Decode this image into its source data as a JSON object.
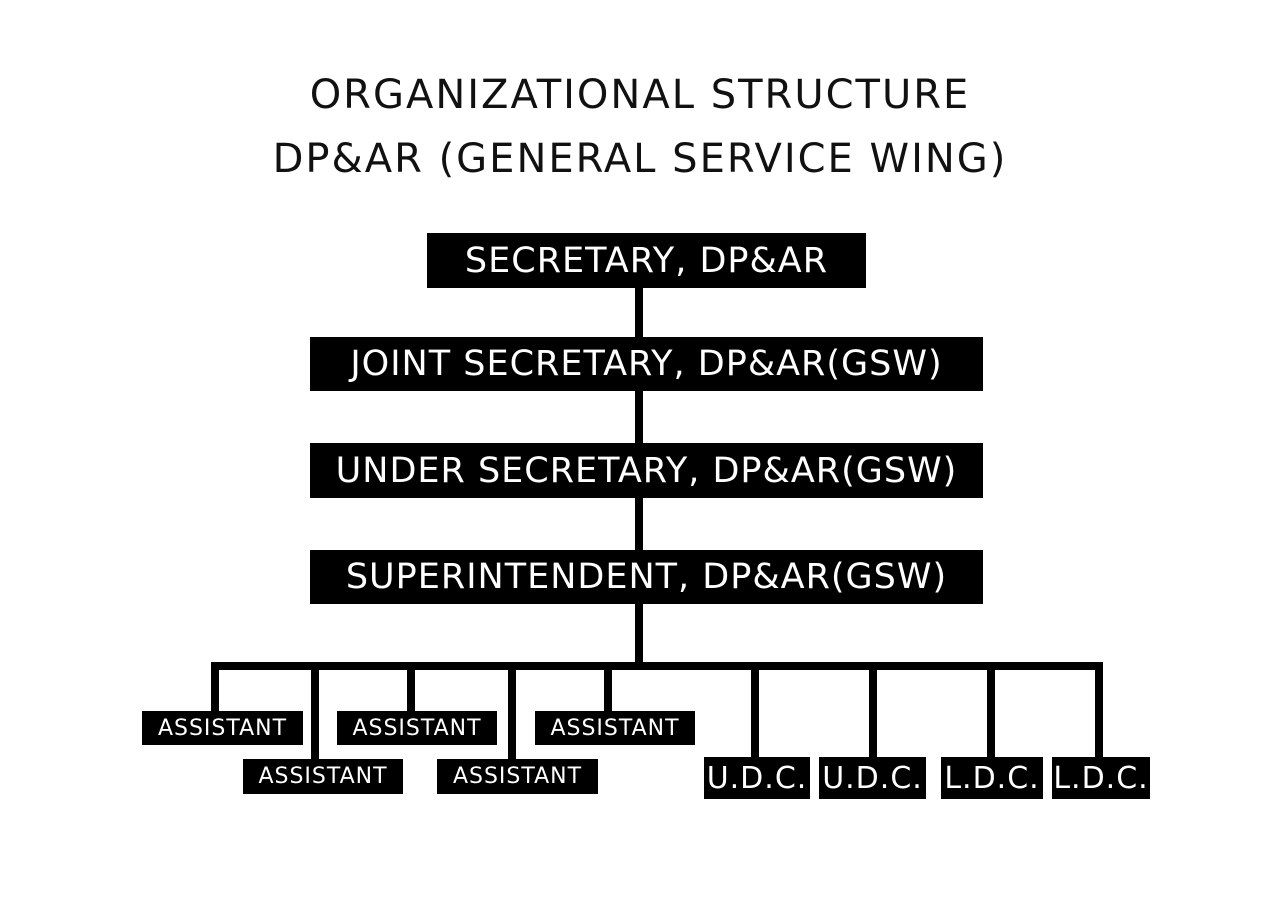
{
  "title": {
    "line1": "ORGANIZATIONAL STRUCTURE",
    "line2": "DP&AR (GENERAL SERVICE WING)"
  },
  "levels": {
    "secretary": "SECRETARY, DP&AR",
    "joint_secretary": "JOINT SECRETARY, DP&AR(GSW)",
    "under_secretary": "UNDER SECRETARY, DP&AR(GSW)",
    "superintendent": "SUPERINTENDENT, DP&AR(GSW)"
  },
  "staff": {
    "assistants": [
      "ASSISTANT",
      "ASSISTANT",
      "ASSISTANT",
      "ASSISTANT",
      "ASSISTANT"
    ],
    "udc": [
      "U.D.C.",
      "U.D.C."
    ],
    "ldc": [
      "L.D.C.",
      "L.D.C."
    ]
  }
}
